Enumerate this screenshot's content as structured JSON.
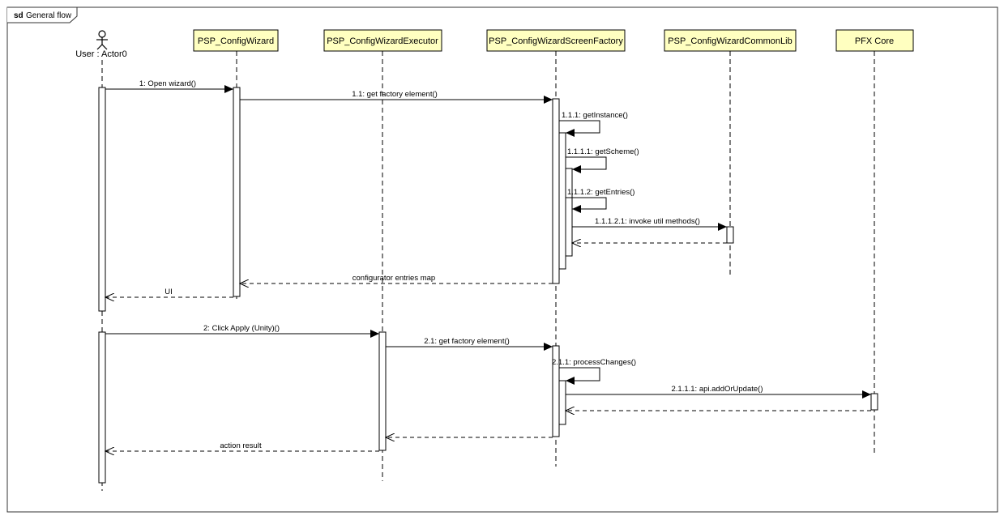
{
  "frame": {
    "keyword": "sd",
    "title": "General flow"
  },
  "actor": {
    "label": "User : Actor0"
  },
  "lifelines": [
    {
      "id": "cw",
      "label": "PSP_ConfigWizard"
    },
    {
      "id": "ex",
      "label": "PSP_ConfigWizardExecutor"
    },
    {
      "id": "sf",
      "label": "PSP_ConfigWizardScreenFactory"
    },
    {
      "id": "cl",
      "label": "PSP_ConfigWizardCommonLib"
    },
    {
      "id": "pfx",
      "label": "PFX Core"
    }
  ],
  "messages": [
    {
      "label": "1: Open wizard()",
      "kind": "sync"
    },
    {
      "label": "1.1: get factory element()",
      "kind": "sync"
    },
    {
      "label": "1.1.1: getInstance()",
      "kind": "self"
    },
    {
      "label": "1.1.1.1: getScheme()",
      "kind": "self"
    },
    {
      "label": "1.1.1.2: getEntries()",
      "kind": "self"
    },
    {
      "label": "1.1.1.2.1: invoke util methods()",
      "kind": "sync"
    },
    {
      "label": "",
      "kind": "return"
    },
    {
      "label": "configurator entries map",
      "kind": "return"
    },
    {
      "label": "UI",
      "kind": "return"
    },
    {
      "label": "2: Click Apply (Unity)()",
      "kind": "sync"
    },
    {
      "label": "2.1: get factory element()",
      "kind": "sync"
    },
    {
      "label": "2.1.1: processChanges()",
      "kind": "self"
    },
    {
      "label": "2.1.1.1: api.addOrUpdate()",
      "kind": "sync"
    },
    {
      "label": "",
      "kind": "return"
    },
    {
      "label": "",
      "kind": "return"
    },
    {
      "label": "action result",
      "kind": "return"
    }
  ],
  "colors": {
    "lifeline_box_fill": "#ffffc0",
    "line": "#000000",
    "background": "#ffffff"
  }
}
